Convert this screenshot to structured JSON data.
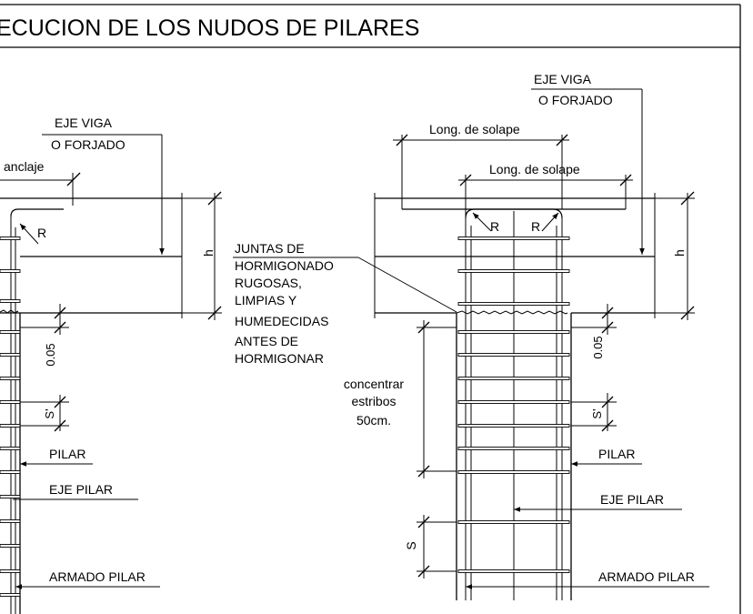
{
  "title": "ECUCION DE LOS NUDOS DE PILARES",
  "left_detail": {
    "beam_axis_line1": "EJE VIGA",
    "beam_axis_line2": "O FORJADO",
    "anchorage": "anclaje",
    "bend_radius": "R",
    "beam_depth": "h",
    "offset": "0.05",
    "stirrup_spacing": "S'",
    "column": "PILAR",
    "column_axis": "EJE PILAR",
    "column_reinforcement": "ARMADO PILAR"
  },
  "joint_note": {
    "lines": [
      "JUNTAS DE",
      "HORMIGONADO",
      "RUGOSAS,",
      "LIMPIAS Y",
      "HUMEDECIDAS",
      "ANTES DE",
      "HORMIGONAR"
    ]
  },
  "concentrate_note": {
    "lines": [
      "concentrar",
      "estribos",
      "50cm."
    ]
  },
  "right_detail": {
    "beam_axis_line1": "EJE VIGA",
    "beam_axis_line2": "O FORJADO",
    "lap_length_upper": "Long. de solape",
    "lap_length_lower": "Long. de solape",
    "bend_radius_left": "R",
    "bend_radius_right": "R",
    "beam_depth": "h",
    "offset": "0.05",
    "stirrup_spacing_near": "S'",
    "stirrup_spacing": "S",
    "column": "PILAR",
    "column_axis": "EJE PILAR",
    "column_reinforcement": "ARMADO PILAR"
  }
}
